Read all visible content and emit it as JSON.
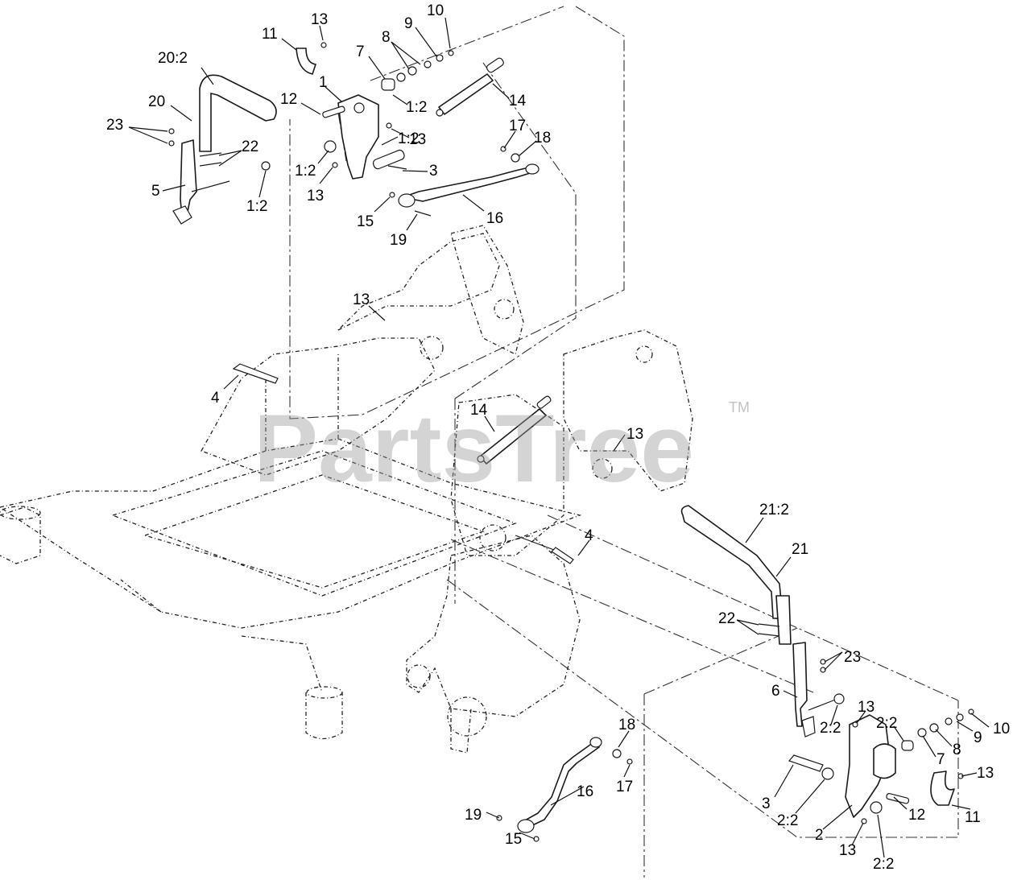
{
  "watermark": {
    "text": "PartsTree",
    "trademark": "TM",
    "color": "#9a9a9a"
  },
  "callouts": [
    {
      "id": "c1",
      "label": "13"
    },
    {
      "id": "c2",
      "label": "10"
    },
    {
      "id": "c3",
      "label": "11"
    },
    {
      "id": "c4",
      "label": "9"
    },
    {
      "id": "c5",
      "label": "8"
    },
    {
      "id": "c6",
      "label": "7"
    },
    {
      "id": "c7",
      "label": "20:2"
    },
    {
      "id": "c8",
      "label": "1"
    },
    {
      "id": "c9",
      "label": "14"
    },
    {
      "id": "c10",
      "label": "20"
    },
    {
      "id": "c11",
      "label": "12"
    },
    {
      "id": "c12",
      "label": "1:2"
    },
    {
      "id": "c13",
      "label": "23"
    },
    {
      "id": "c14",
      "label": "13"
    },
    {
      "id": "c15",
      "label": "17"
    },
    {
      "id": "c16",
      "label": "22"
    },
    {
      "id": "c17",
      "label": "18"
    },
    {
      "id": "c18",
      "label": "1:2"
    },
    {
      "id": "c19",
      "label": "1:2"
    },
    {
      "id": "c20",
      "label": "3"
    },
    {
      "id": "c21",
      "label": "5"
    },
    {
      "id": "c22",
      "label": "13"
    },
    {
      "id": "c23",
      "label": "16"
    },
    {
      "id": "c24",
      "label": "1:2"
    },
    {
      "id": "c25",
      "label": "15"
    },
    {
      "id": "c26",
      "label": "19"
    },
    {
      "id": "c27",
      "label": "13"
    },
    {
      "id": "c28",
      "label": "4"
    },
    {
      "id": "c29",
      "label": "14"
    },
    {
      "id": "c30",
      "label": "13"
    },
    {
      "id": "c31",
      "label": "21:2"
    },
    {
      "id": "c32",
      "label": "4"
    },
    {
      "id": "c33",
      "label": "21"
    },
    {
      "id": "c34",
      "label": "22"
    },
    {
      "id": "c35",
      "label": "23"
    },
    {
      "id": "c36",
      "label": "6"
    },
    {
      "id": "c37",
      "label": "13"
    },
    {
      "id": "c38",
      "label": "2:2"
    },
    {
      "id": "c39",
      "label": "10"
    },
    {
      "id": "c40",
      "label": "2:2"
    },
    {
      "id": "c41",
      "label": "9"
    },
    {
      "id": "c42",
      "label": "18"
    },
    {
      "id": "c43",
      "label": "8"
    },
    {
      "id": "c44",
      "label": "7"
    },
    {
      "id": "c45",
      "label": "17"
    },
    {
      "id": "c46",
      "label": "13"
    },
    {
      "id": "c47",
      "label": "16"
    },
    {
      "id": "c48",
      "label": "3"
    },
    {
      "id": "c49",
      "label": "19"
    },
    {
      "id": "c50",
      "label": "12"
    },
    {
      "id": "c51",
      "label": "11"
    },
    {
      "id": "c52",
      "label": "2:2"
    },
    {
      "id": "c53",
      "label": "2"
    },
    {
      "id": "c54",
      "label": "15"
    },
    {
      "id": "c55",
      "label": "13"
    },
    {
      "id": "c56",
      "label": "2:2"
    }
  ]
}
